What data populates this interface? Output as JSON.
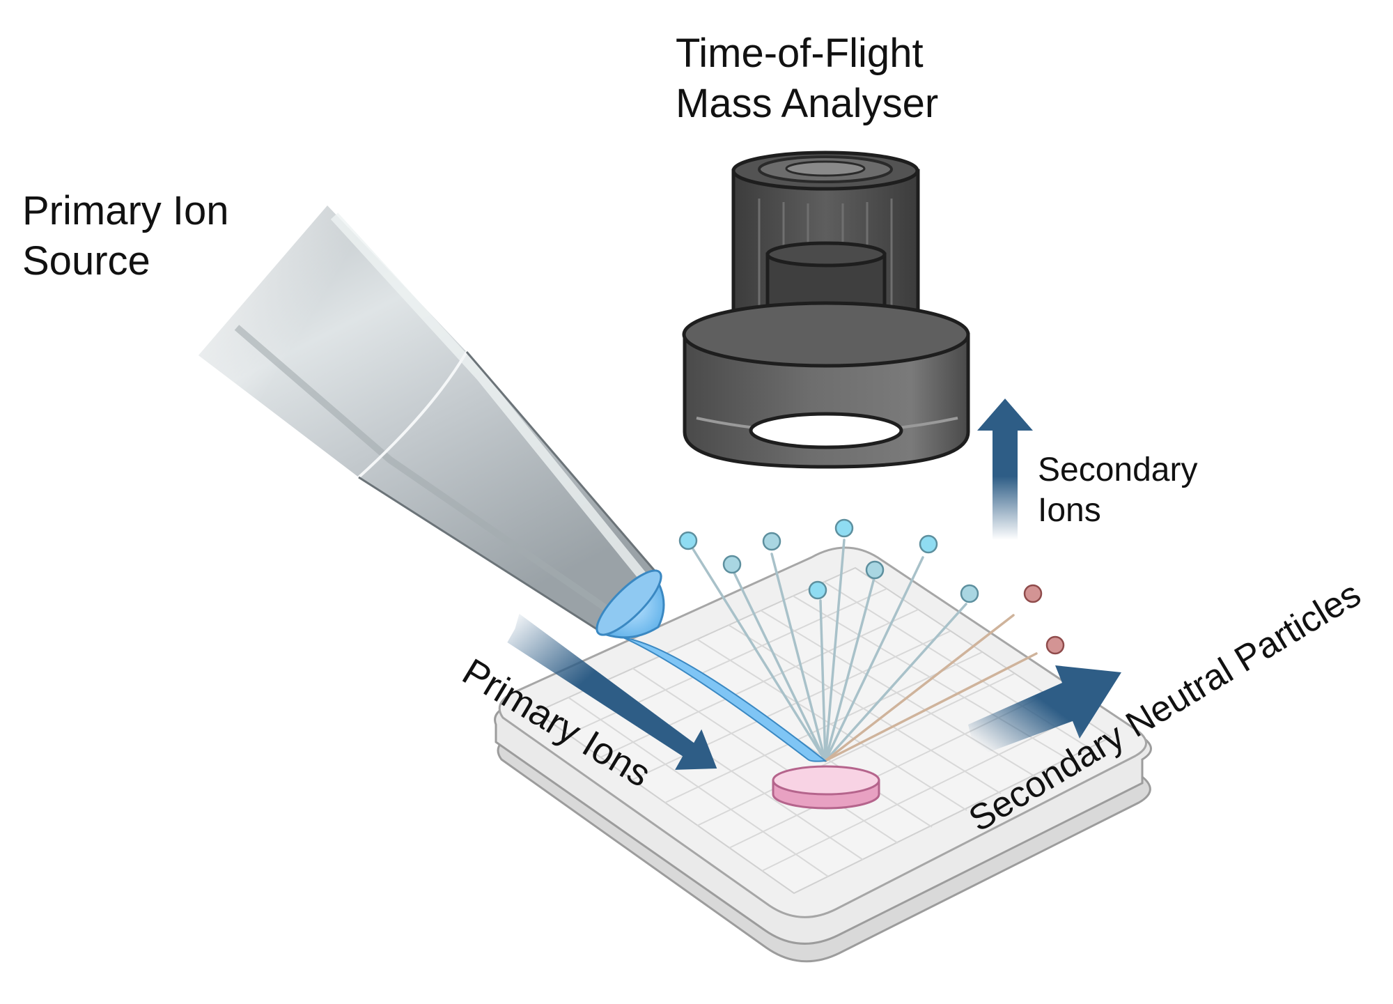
{
  "labels": {
    "tof_line1": "Time-of-Flight",
    "tof_line2": "Mass Analyser",
    "source_line1": "Primary Ion",
    "source_line2": "Source",
    "secondary_ions_line1": "Secondary",
    "secondary_ions_line2": "Ions",
    "primary_ions": "Primary Ions",
    "secondary_neutral": "Secondary Neutral Particles"
  },
  "colors": {
    "arrow_blue": "#2e5d86",
    "ion_cyan": "#8fdcf2",
    "ion_light_blue": "#a9d6e2",
    "neutral_particle": "#d39494",
    "sample_pink": "#f1b7d0",
    "primary_beam": "#7fc5f5",
    "detector_dark": "#4a4a4a",
    "plate_gray": "#e6e6e6"
  }
}
